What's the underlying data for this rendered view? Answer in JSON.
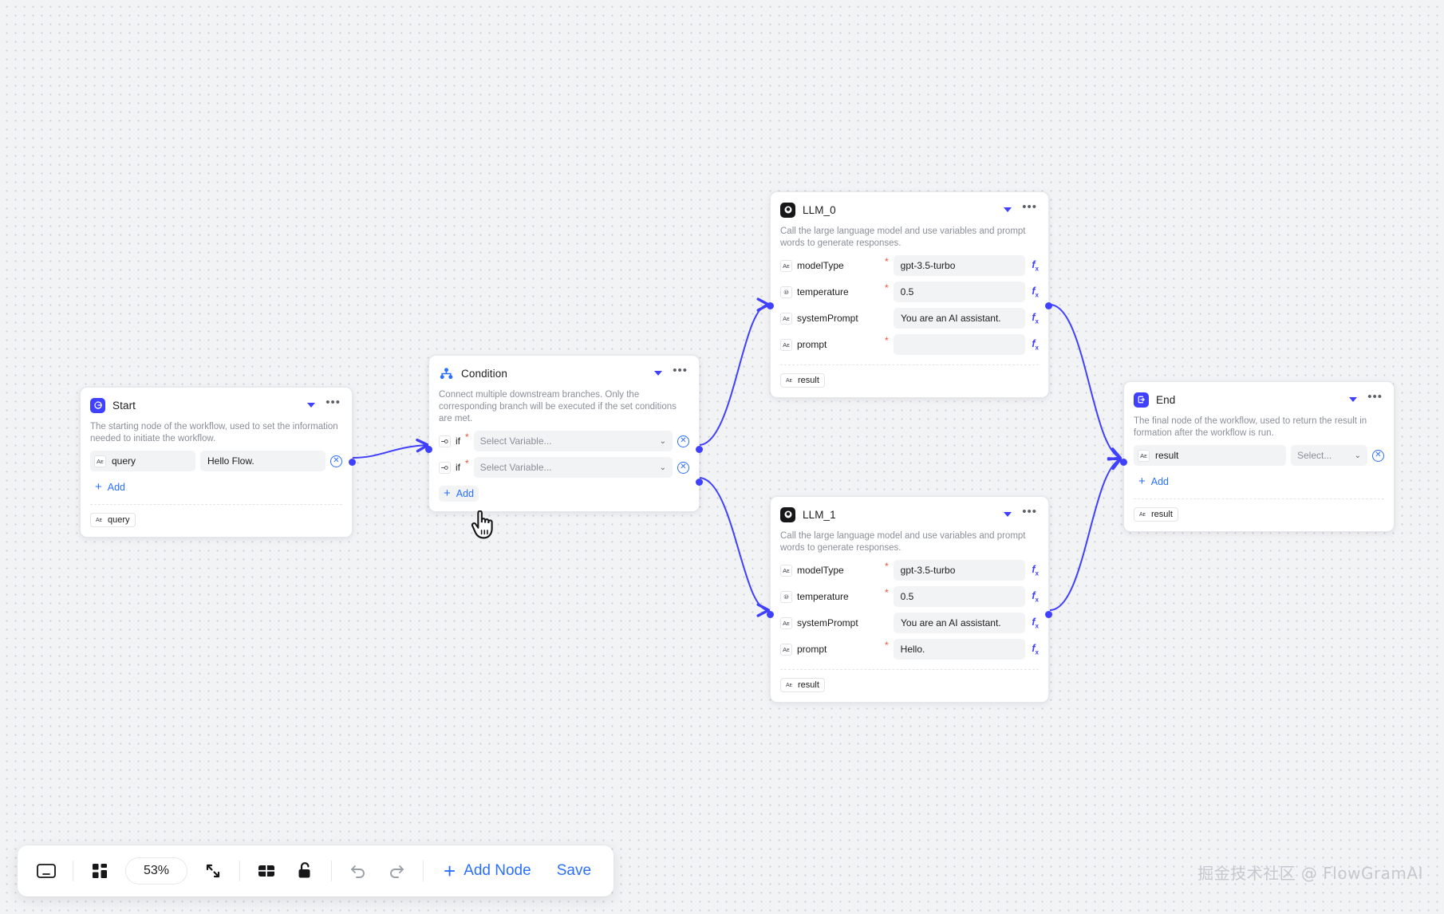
{
  "canvas": {
    "accent": "#4040ff",
    "link_color": "#2b6fff",
    "required_color": "#f5503a",
    "background": "#f2f3f5"
  },
  "nodes": {
    "start": {
      "title": "Start",
      "icon": "start-icon",
      "description": "The starting node of the workflow, used to set the information needed to initiate the workflow.",
      "fields": [
        {
          "type_glyph": "Aᴇ",
          "name": "query",
          "value": "Hello Flow."
        }
      ],
      "add_label": "Add",
      "outputs": [
        {
          "type_glyph": "Aᴇ",
          "name": "query"
        }
      ]
    },
    "condition": {
      "title": "Condition",
      "icon": "condition-icon",
      "description": "Connect multiple downstream branches. Only the corresponding branch will be executed if the set conditions are met.",
      "branches": [
        {
          "label": "if",
          "placeholder": "Select Variable..."
        },
        {
          "label": "if",
          "placeholder": "Select Variable..."
        }
      ],
      "add_label": "Add"
    },
    "llm_0": {
      "title": "LLM_0",
      "icon": "llm-icon",
      "description": "Call the large language model and use variables and prompt words to generate responses.",
      "fields": [
        {
          "type_glyph": "Aᴇ",
          "name": "modelType",
          "required": true,
          "value": "gpt-3.5-turbo"
        },
        {
          "type_glyph": "⑩",
          "name": "temperature",
          "required": true,
          "value": "0.5"
        },
        {
          "type_glyph": "Aᴇ",
          "name": "systemPrompt",
          "required": false,
          "value": "You are an AI assistant."
        },
        {
          "type_glyph": "Aᴇ",
          "name": "prompt",
          "required": true,
          "value": ""
        }
      ],
      "fx_label": "fx",
      "outputs": [
        {
          "type_glyph": "Aᴇ",
          "name": "result"
        }
      ]
    },
    "llm_1": {
      "title": "LLM_1",
      "icon": "llm-icon",
      "description": "Call the large language model and use variables and prompt words to generate responses.",
      "fields": [
        {
          "type_glyph": "Aᴇ",
          "name": "modelType",
          "required": true,
          "value": "gpt-3.5-turbo"
        },
        {
          "type_glyph": "⑩",
          "name": "temperature",
          "required": true,
          "value": "0.5"
        },
        {
          "type_glyph": "Aᴇ",
          "name": "systemPrompt",
          "required": false,
          "value": "You are an AI assistant."
        },
        {
          "type_glyph": "Aᴇ",
          "name": "prompt",
          "required": true,
          "value": "Hello."
        }
      ],
      "fx_label": "fx",
      "outputs": [
        {
          "type_glyph": "Aᴇ",
          "name": "result"
        }
      ]
    },
    "end": {
      "title": "End",
      "icon": "end-icon",
      "description": "The final node of the workflow, used to return the result in formation after the workflow is run.",
      "fields": [
        {
          "type_glyph": "Aᴇ",
          "name": "result",
          "select_placeholder": "Select..."
        }
      ],
      "add_label": "Add",
      "outputs": [
        {
          "type_glyph": "Aᴇ",
          "name": "result"
        }
      ]
    }
  },
  "toolbar": {
    "zoom_level": "53%",
    "add_node_label": "Add Node",
    "save_label": "Save",
    "buttons": [
      {
        "name": "interactive-mode-icon"
      },
      {
        "name": "minimap-icon"
      },
      {
        "name": "fit-view-icon"
      },
      {
        "name": "auto-layout-icon"
      },
      {
        "name": "unlock-icon"
      },
      {
        "name": "undo-icon"
      },
      {
        "name": "redo-icon"
      }
    ]
  },
  "watermark": "掘金技术社区 @ FlowGramAI"
}
